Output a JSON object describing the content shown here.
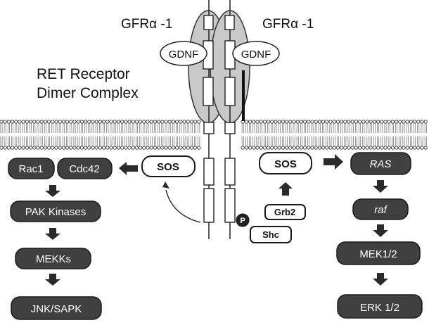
{
  "ligands": {
    "left_receptor": "GFRα -1",
    "right_receptor": "GFRα -1",
    "left_ligand": "GDNF",
    "right_ligand": "GDNF"
  },
  "complex_label": {
    "line1": "RET Receptor",
    "line2": "Dimer Complex"
  },
  "left_pathway": {
    "rac": "Rac1",
    "cdc": "Cdc42",
    "sos": "SOS",
    "pak": "PAK Kinases",
    "mekks": "MEKKs",
    "jnk": "JNK/SAPK"
  },
  "center": {
    "sos": "SOS",
    "phospho": "P",
    "grb2": "Grb2",
    "shc": "Shc"
  },
  "right_pathway": {
    "ras": "RAS",
    "raf": "raf",
    "mek": "MEK1/2",
    "erk": "ERK 1/2"
  },
  "colors": {
    "dark_node": "#404040",
    "light_node": "#ffffff",
    "membrane": "#333333"
  }
}
